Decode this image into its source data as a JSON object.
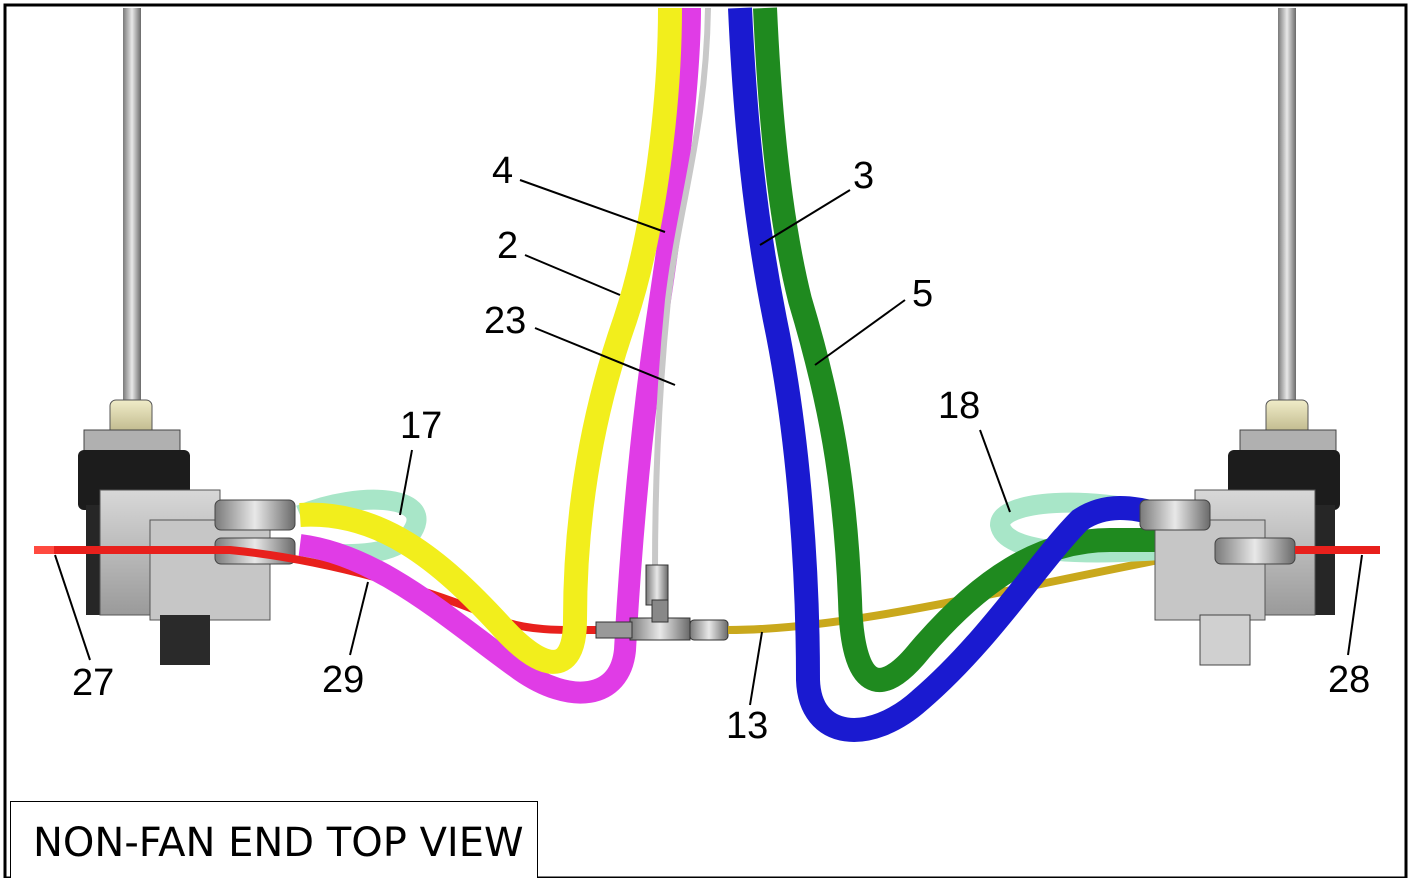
{
  "caption": "NON-FAN END TOP VIEW",
  "callouts": {
    "c4": "4",
    "c2": "2",
    "c23": "23",
    "c3": "3",
    "c5": "5",
    "c17": "17",
    "c18": "18",
    "c27": "27",
    "c29": "29",
    "c13": "13",
    "c28": "28"
  },
  "colors": {
    "yellow_hose": "#f2ee1c",
    "magenta_hose": "#e03ce6",
    "blue_hose": "#1a1ad0",
    "green_hose": "#1f8a1f",
    "red_tube": "#e8201c",
    "gold_tube": "#c9a81c",
    "mint_loop": "#a8e6c8",
    "silver_tube": "#c8c8c8"
  }
}
